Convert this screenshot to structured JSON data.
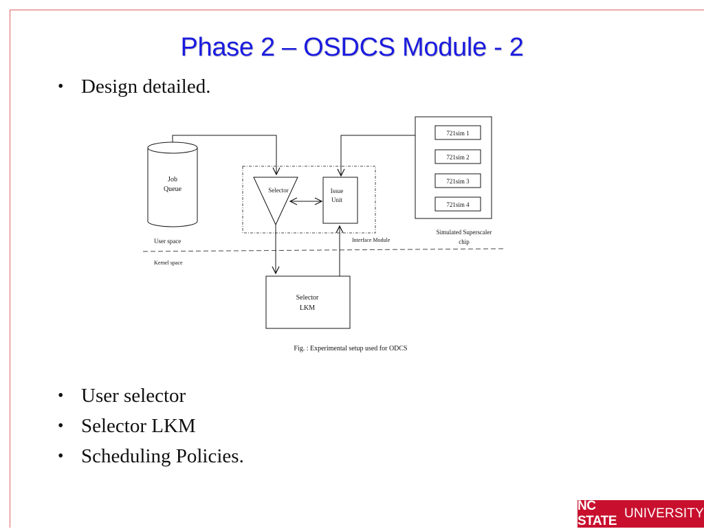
{
  "slide": {
    "title": "Phase 2 – OSDCS Module - 2",
    "bullets_top": [
      "Design detailed."
    ],
    "bullets_bottom": [
      "User selector",
      "Selector LKM",
      "Scheduling Policies."
    ]
  },
  "diagram": {
    "job_queue": [
      "Job",
      "Queue"
    ],
    "selector": "Selector",
    "issue_unit": [
      "Issue",
      "Unit"
    ],
    "interface_module": "Interface Module",
    "user_space": "User space",
    "kernel_space": "Kernel space",
    "selector_lkm": [
      "Selector",
      "LKM"
    ],
    "sims": [
      "721sim 1",
      "721sim 2",
      "721sim 3",
      "721sim 4"
    ],
    "chip_label": [
      "Simulated Superscaler",
      "chip"
    ],
    "caption": "Fig. : Experimental setup used for ODCS"
  },
  "logo": {
    "bold": "NC STATE",
    "rest": "UNIVERSITY"
  },
  "colors": {
    "title": "#1b1be0",
    "frame": "#e06060",
    "logo_bg": "#c8102e"
  }
}
